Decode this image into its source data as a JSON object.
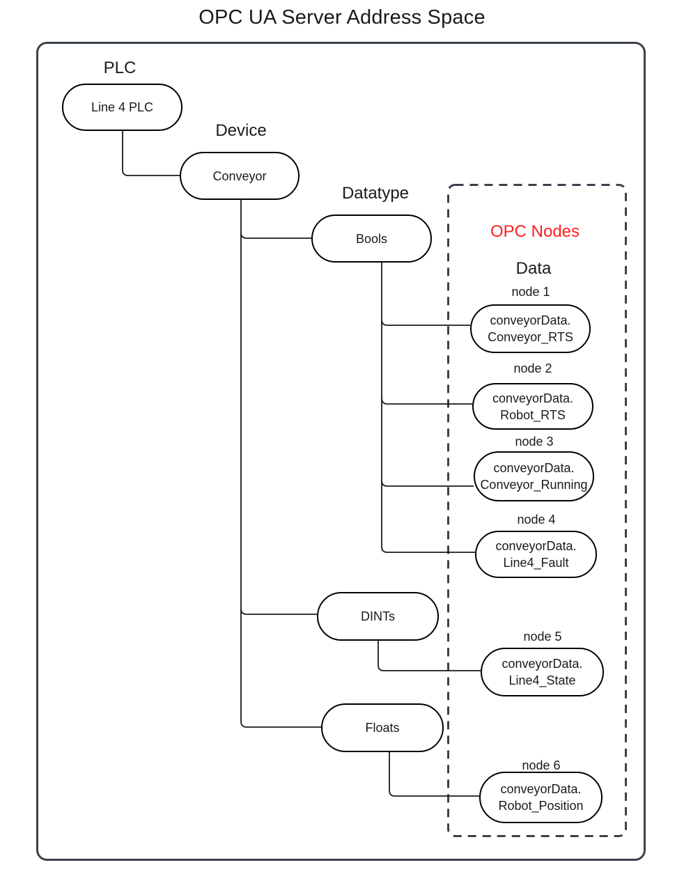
{
  "title": "OPC UA Server Address Space",
  "labels": {
    "plc": "PLC",
    "device": "Device",
    "datatype": "Datatype",
    "data": "Data",
    "opc_nodes": "OPC Nodes"
  },
  "tree": {
    "plc_node": {
      "label": "Line 4 PLC"
    },
    "device_node": {
      "label": "Conveyor"
    },
    "datatype_nodes": [
      {
        "label": "Bools"
      },
      {
        "label": "DINTs"
      },
      {
        "label": "Floats"
      }
    ]
  },
  "opc_nodes": [
    {
      "name": "node 1",
      "line1": "conveyorData.",
      "line2": "Conveyor_RTS",
      "parent": "Bools"
    },
    {
      "name": "node 2",
      "line1": "conveyorData.",
      "line2": "Robot_RTS",
      "parent": "Bools"
    },
    {
      "name": "node 3",
      "line1": "conveyorData.",
      "line2": "Conveyor_Running",
      "parent": "Bools"
    },
    {
      "name": "node 4",
      "line1": "conveyorData.",
      "line2": "Line4_Fault",
      "parent": "Bools"
    },
    {
      "name": "node 5",
      "line1": "conveyorData.",
      "line2": "Line4_State",
      "parent": "DINTs"
    },
    {
      "name": "node 6",
      "line1": "conveyorData.",
      "line2": "Robot_Position",
      "parent": "Floats"
    }
  ],
  "colors": {
    "frame": "#3a414c",
    "node_border": "#000000",
    "connector": "#1a1a1a",
    "text": "#1a1a1a",
    "opc_highlight": "#ff1f1f",
    "background": "#ffffff"
  }
}
